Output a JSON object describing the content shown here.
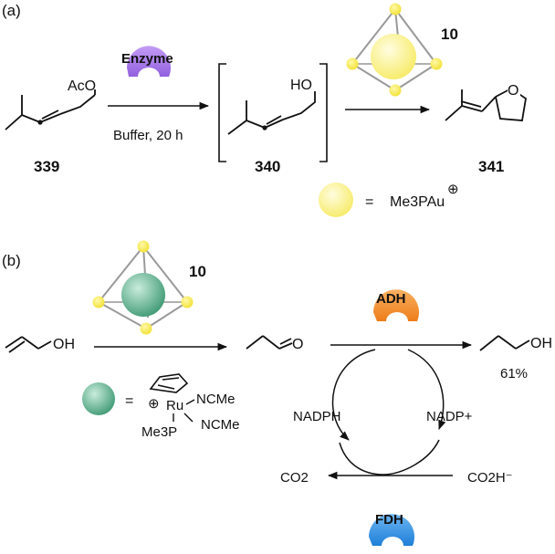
{
  "panel_a": {
    "label": "(a)",
    "substrate_group": "AcO",
    "substrate_number": "339",
    "enzyme_label": "Enzyme",
    "conditions": "Buffer, 20 h",
    "intermediate_group": "HO",
    "intermediate_number": "340",
    "catalyst_number": "10",
    "product_number": "341",
    "product_heteroatom": "O",
    "legend_equals": "=",
    "legend_formula": "Me3PAu",
    "legend_charge": "⊕"
  },
  "panel_b": {
    "label": "(b)",
    "catalyst_number": "10",
    "substrate_group": "OH",
    "aldehyde_group": "O",
    "adh_label": "ADH",
    "product_group": "OH",
    "yield": "61%",
    "nadph": "NADPH",
    "nadp": "NADP+",
    "co2": "CO2",
    "formate": "CO2H⁻",
    "fdh_label": "FDH",
    "legend_equals": "=",
    "ru_charge": "⊕",
    "ru_metal": "Ru",
    "ru_ligand1": "NCMe",
    "ru_ligand2": "NCMe",
    "ru_phosphine": "Me3P"
  },
  "colors": {
    "enzyme_purple": "#a678e6",
    "adh_orange": "#f4922a",
    "fdh_blue": "#2f8fe6",
    "gold_sphere": "#f7ec6e",
    "ru_sphere": "#5aa987",
    "vertex_yellow": "#f2e23a"
  }
}
